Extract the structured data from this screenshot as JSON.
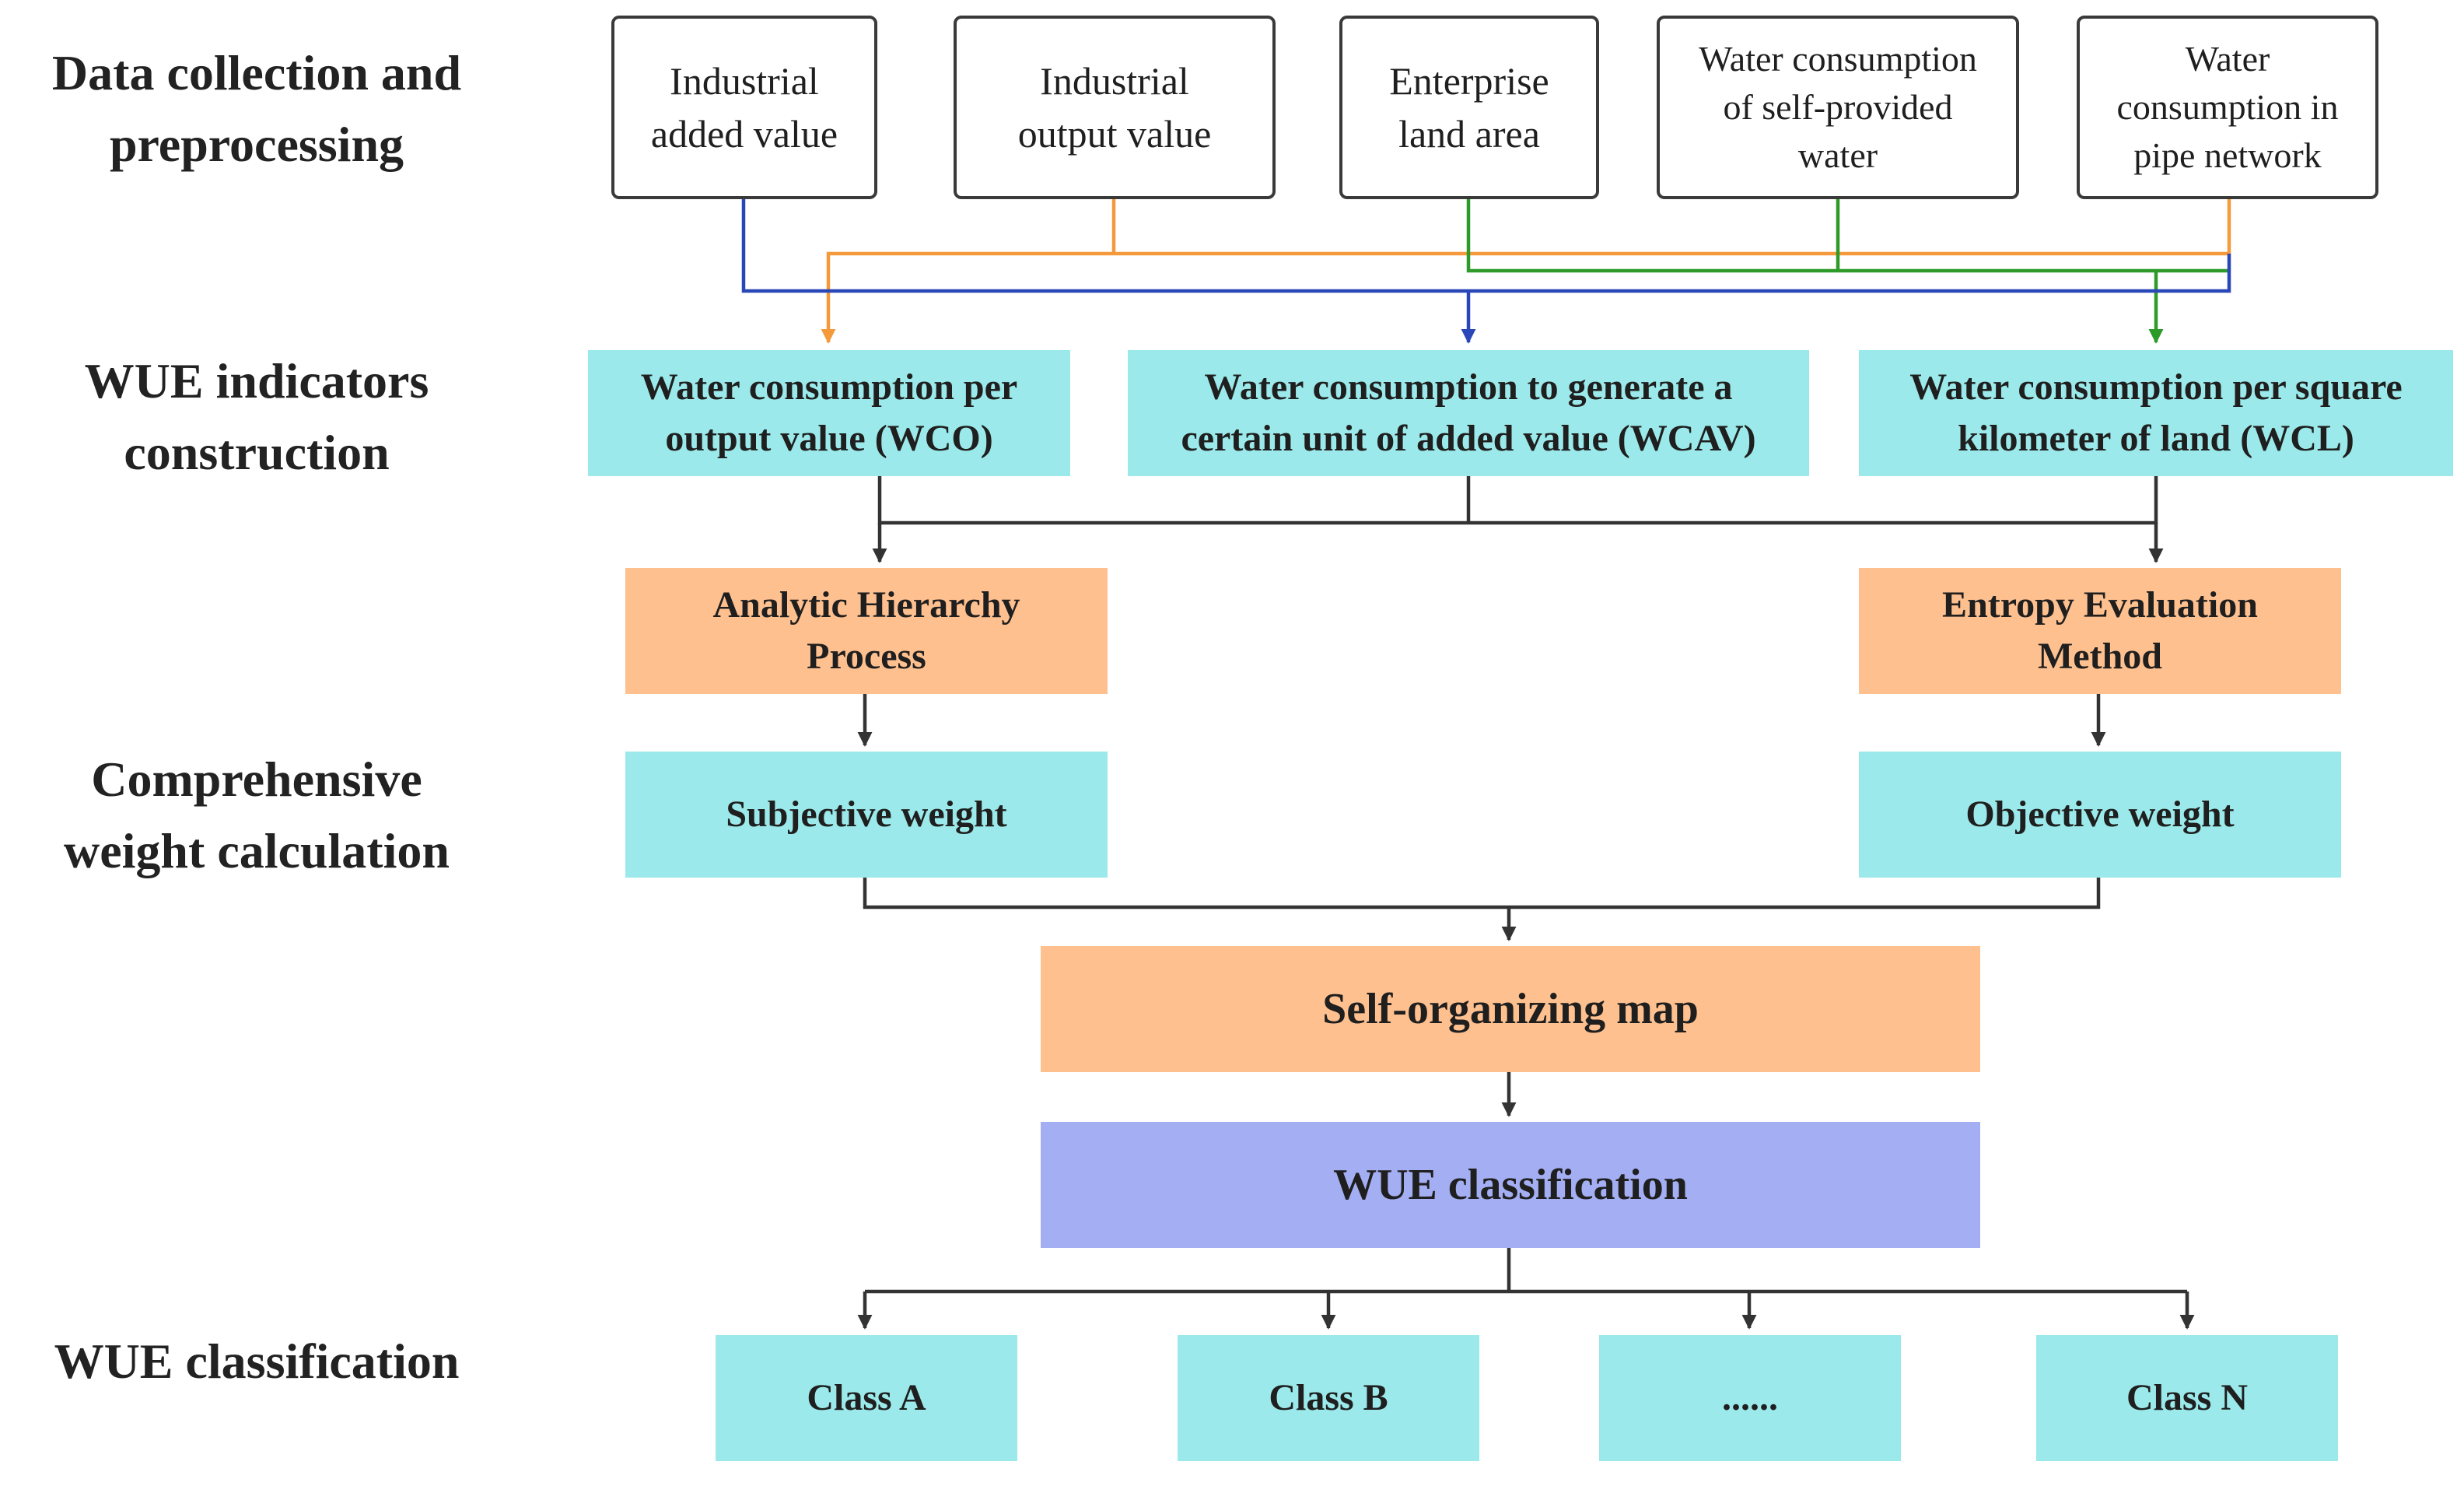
{
  "stages": {
    "data_collection": "Data collection and\npreprocessing",
    "wue_indicators": "WUE indicators\nconstruction",
    "comprehensive_weight": "Comprehensive\nweight calculation",
    "wue_classification": "WUE classification"
  },
  "data_sources": {
    "industrial_added_value": "Industrial\nadded value",
    "industrial_output_value": "Industrial\noutput value",
    "enterprise_land_area": "Enterprise\nland area",
    "self_provided_water": "Water consumption\nof self-provided\nwater",
    "pipe_network_water": "Water\nconsumption in\npipe network"
  },
  "indicators": {
    "wco": "Water consumption per\noutput value (WCO)",
    "wcav": "Water consumption to generate a\ncertain unit of added value (WCAV)",
    "wcl": "Water consumption per square\nkilometer of land (WCL)"
  },
  "methods": {
    "ahp": "Analytic Hierarchy\nProcess",
    "entropy": "Entropy Evaluation\nMethod"
  },
  "weights": {
    "subjective": "Subjective weight",
    "objective": "Objective weight"
  },
  "som": "Self-organizing map",
  "classification_box": "WUE classification",
  "classes": {
    "a": "Class A",
    "b": "Class B",
    "ellipsis": "......",
    "n": "Class N"
  },
  "colors": {
    "box_cyan": "#9be9ea",
    "box_orange": "#ffc08f",
    "box_purple": "#a3aef3",
    "line_dark": "#333333",
    "line_blue": "#2a47b8",
    "line_orange": "#f49a3c",
    "line_green": "#2e9a2a"
  }
}
